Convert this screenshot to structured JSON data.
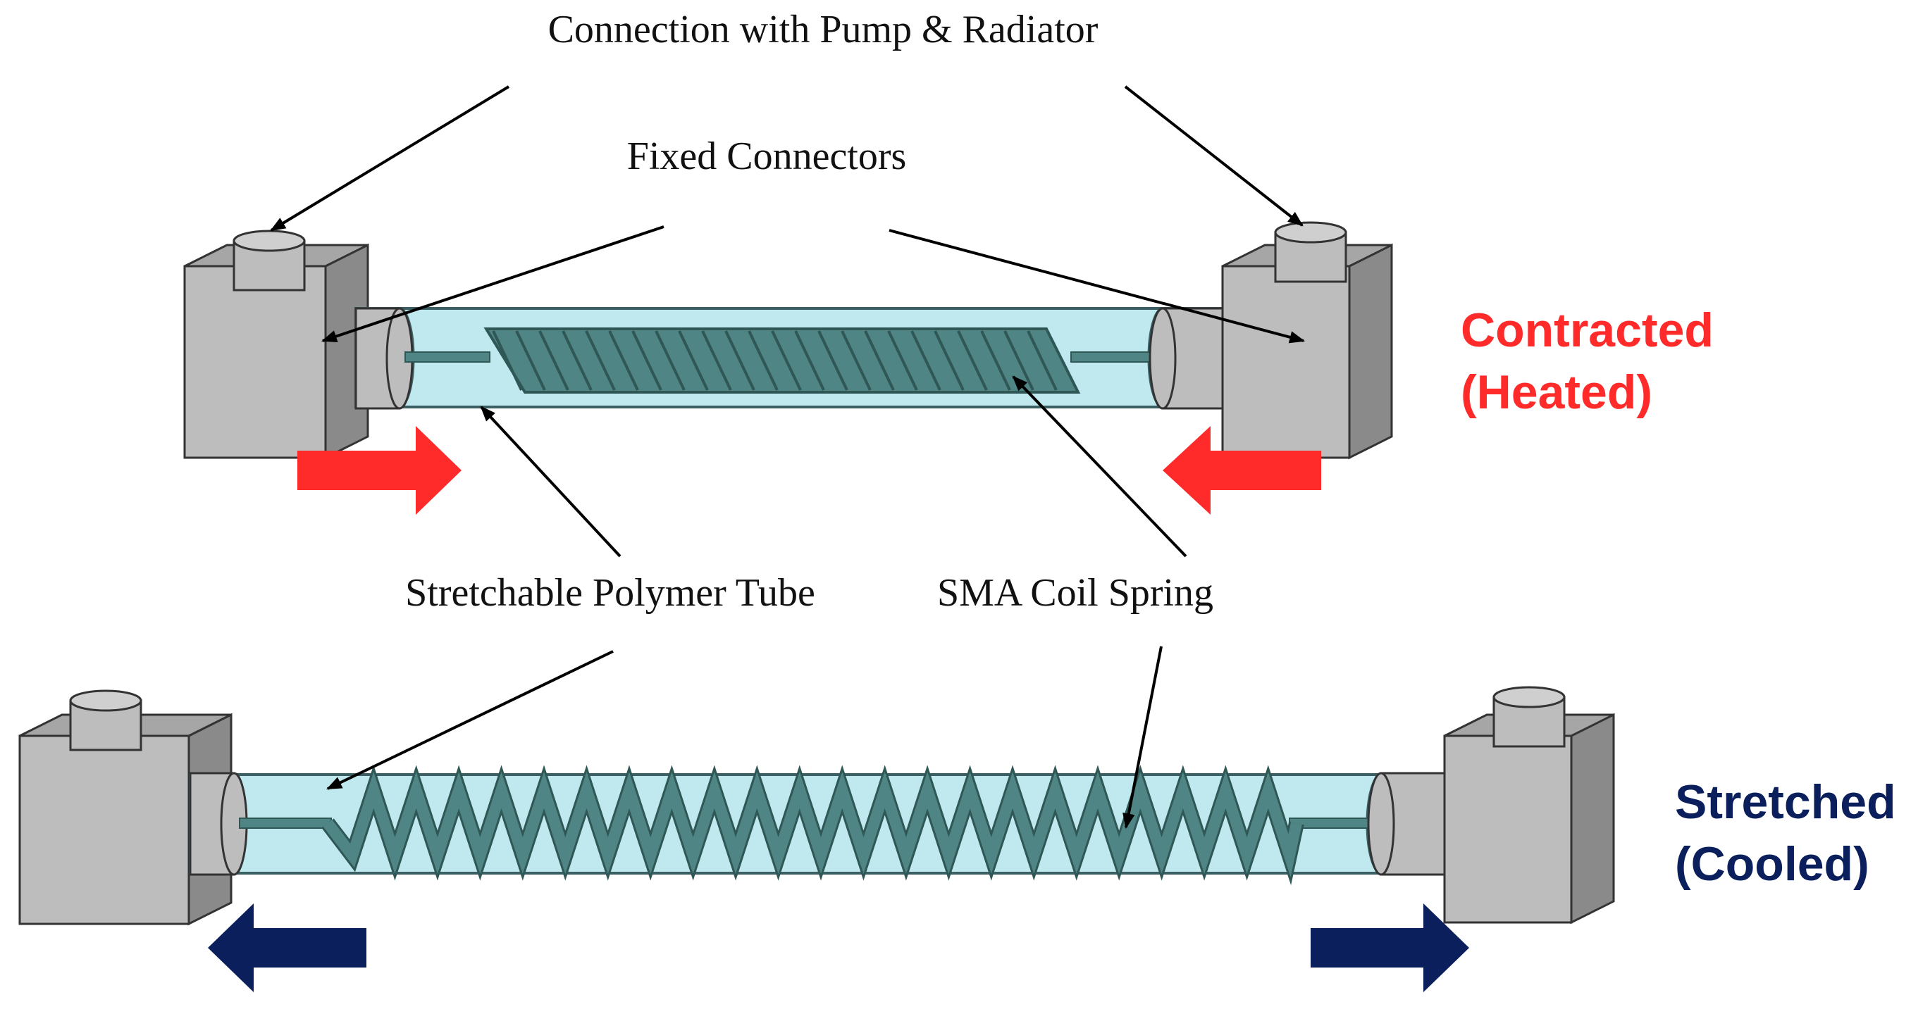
{
  "labels": {
    "connection": "Connection with Pump & Radiator",
    "fixed_connectors": "Fixed Connectors",
    "tube": "Stretchable Polymer Tube",
    "spring": "SMA Coil Spring"
  },
  "states": {
    "contracted": {
      "line1": "Contracted",
      "line2": "(Heated)",
      "color": "#ff2a2a"
    },
    "stretched": {
      "line1": "Stretched",
      "line2": "(Cooled)",
      "color": "#0a1f5c"
    }
  },
  "colors": {
    "tube_fill": "#bfe9ee",
    "tube_stroke": "#3b5f63",
    "spring": "#4f8584",
    "spring_edge": "#2f5756",
    "connector_front": "#bdbdbd",
    "connector_side": "#8a8a8a",
    "connector_top": "#a6a6a6",
    "arrow_heated": "#ff2a2a",
    "arrow_cooled": "#0a1f5c"
  },
  "icons": {
    "heated_arrows": "arrow-inward-icon",
    "cooled_arrows": "arrow-outward-icon"
  }
}
